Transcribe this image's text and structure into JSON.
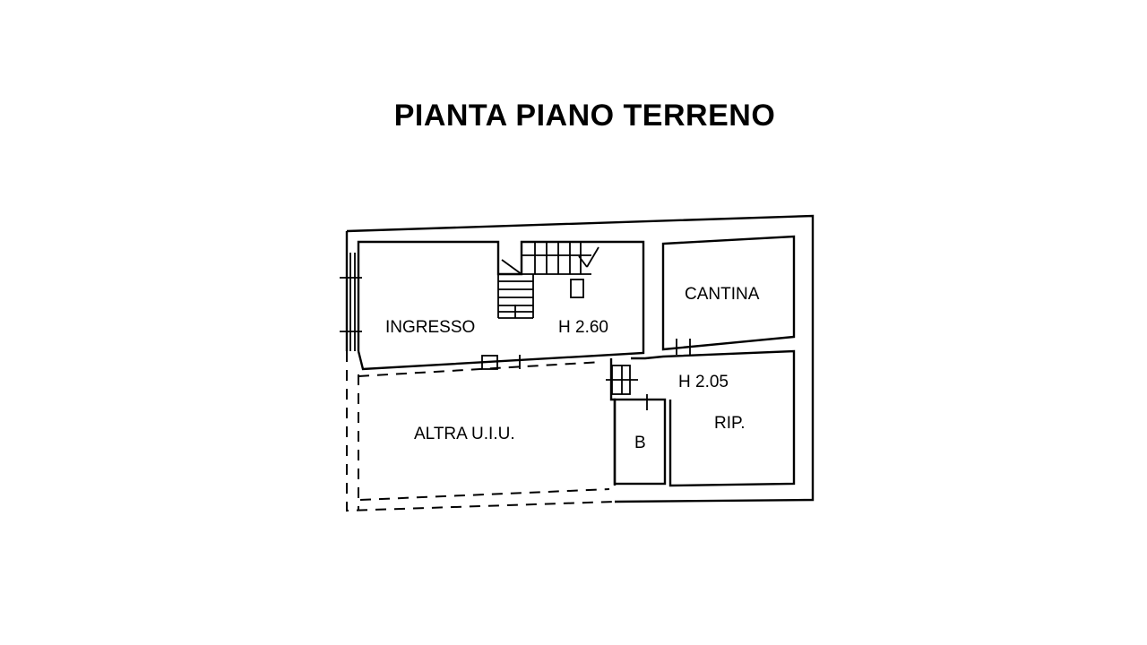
{
  "title": "PIANTA PIANO TERRENO",
  "rooms": {
    "ingresso": "INGRESSO",
    "ingresso_height": "H  2.60",
    "cantina": "CANTINA",
    "altra_uiu": "ALTRA  U.I.U.",
    "ripostiglio_height": "H 2.05",
    "ripostiglio": "RIP.",
    "bagno": "B"
  }
}
